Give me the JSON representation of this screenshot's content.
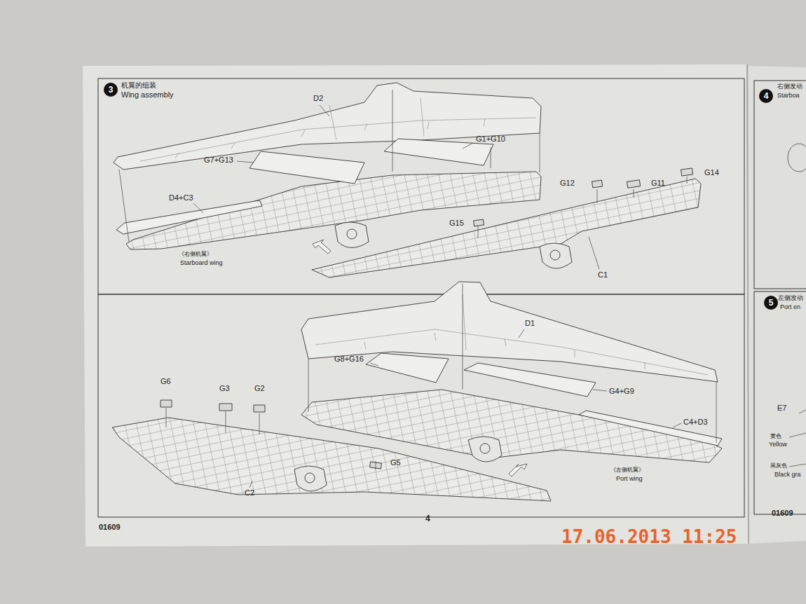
{
  "diagram": {
    "nodes": [
      {
        "text": [
          "3"
        ]
      },
      {
        "text": [
          "4"
        ]
      },
      {
        "text": [
          "5"
        ]
      }
    ],
    "labels": [
      "机翼的组装",
      "Wing assembly",
      "D2",
      "G1+G10",
      "G7+G13",
      "D4+C3",
      "G12",
      "G11",
      "G14",
      "G15",
      "C1",
      "《右侧机翼》",
      "Starboard wing",
      "D1",
      "G8+G16",
      "G4+G9",
      "C4+D3",
      "G6",
      "G3",
      "G2",
      "G5",
      "C2",
      "《左侧机翼》",
      "Port wing",
      "01609",
      "4",
      "01609",
      "17.06.2013 11:25",
      "右侧发动",
      "Starboa",
      "左侧发动",
      "Port en",
      "E7",
      "黄色",
      "Yellow",
      "黑灰色",
      "Black gra"
    ]
  }
}
